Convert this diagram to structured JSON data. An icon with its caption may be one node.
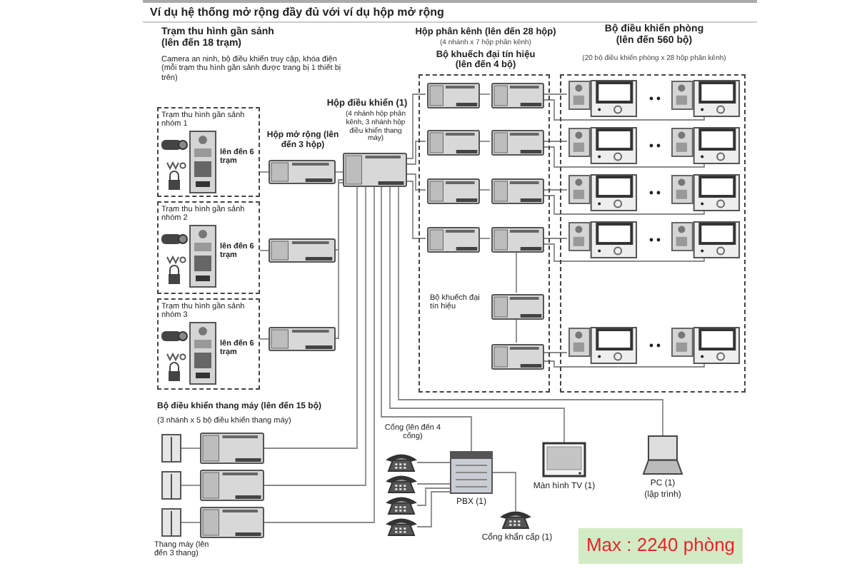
{
  "diagram": {
    "title": "Ví dụ hệ thống mở rộng đầy đủ với ví dụ hộp mở rộng",
    "nodes": [
      {
        "text": [
          "Trạm thu hình gần sảnh nhóm 1",
          "lên đến 6 trạm"
        ]
      },
      {
        "text": [
          "Trạm thu hình gần sảnh nhóm 2",
          "lên đến 6 trạm"
        ]
      },
      {
        "text": [
          "Trạm thu hình gần sảnh nhóm 3",
          "lên đến 6 trạm"
        ]
      },
      {
        "text": [],
        "shape": "picture",
        "beside": [
          "Hộp mở rộng (lên đến 3 hộp)"
        ]
      },
      {
        "text": [],
        "shape": "picture"
      },
      {
        "text": [],
        "shape": "picture"
      },
      {
        "text": [],
        "shape": "picture",
        "beside": [
          "Hộp điều khiển (1)",
          "(4 nhánh hộp phân kênh, 3 nhánh hộp điều khiển thang máy)"
        ]
      },
      {
        "text": [
          "Hộp phân kênh (lên đến 28 hộp)",
          "(4 nhánh x 7 hộp phân kênh)",
          "Bộ khuếch đại tín hiệu (lên đến 4 bộ)"
        ]
      },
      {
        "text": [],
        "shape": "picture",
        "in": 7
      },
      {
        "text": [],
        "shape": "picture",
        "in": 7
      },
      {
        "text": [],
        "shape": "picture",
        "in": 7
      },
      {
        "text": [],
        "shape": "picture",
        "in": 7
      },
      {
        "text": [],
        "shape": "picture",
        "in": 7
      },
      {
        "text": [],
        "shape": "picture",
        "in": 7
      },
      {
        "text": [],
        "shape": "picture",
        "in": 7
      },
      {
        "text": [],
        "shape": "picture",
        "in": 7
      },
      {
        "text": [],
        "shape": "picture",
        "in": 7,
        "beside": [
          "Bộ khuếch đại tín hiệu"
        ]
      },
      {
        "text": [],
        "shape": "picture",
        "in": 7
      },
      {
        "text": [
          "Bộ điều khiển phòng (lên đến 560 bộ)",
          "(20 bộ điều khiển phòng x 28 hộp phân kênh)"
        ]
      },
      {
        "text": [],
        "shape": "picture",
        "in": 18
      },
      {
        "text": [],
        "shape": "picture",
        "in": 18
      },
      {
        "text": [],
        "shape": "picture",
        "in": 18
      },
      {
        "text": [],
        "shape": "picture",
        "in": 18
      },
      {
        "text": [],
        "shape": "picture",
        "in": 18
      },
      {
        "text": [],
        "shape": "picture",
        "in": 18
      },
      {
        "text": [],
        "shape": "picture",
        "in": 18
      },
      {
        "text": [],
        "shape": "picture",
        "in": 18
      },
      {
        "text": [],
        "shape": "picture",
        "in": 18
      },
      {
        "text": [],
        "shape": "picture",
        "in": 18
      },
      {
        "text": [],
        "shape": "picture"
      },
      {
        "text": [],
        "shape": "picture"
      },
      {
        "text": [],
        "shape": "picture"
      },
      {
        "text": [],
        "shape": "picture"
      },
      {
        "text": [],
        "shape": "picture"
      },
      {
        "text": [],
        "shape": "picture",
        "beside": [
          "Thang máy (lên đến 3 thang)"
        ]
      },
      {
        "text": [],
        "shape": "picture"
      },
      {
        "text": [],
        "shape": "picture"
      },
      {
        "text": [],
        "shape": "picture"
      },
      {
        "text": [],
        "shape": "picture"
      },
      {
        "text": [],
        "shape": "picture",
        "beside": [
          "PBX (1)"
        ]
      },
      {
        "text": [],
        "shape": "picture",
        "beside": [
          "Cổng khẩn cấp (1)"
        ]
      },
      {
        "text": [],
        "shape": "picture",
        "beside": [
          "Màn hình TV (1)"
        ]
      },
      {
        "text": [],
        "shape": "picture",
        "beside": [
          "PC (1)",
          "(lập trình)"
        ]
      },
      {
        "text": [
          "Max : 2240 phòng"
        ]
      }
    ],
    "edges": [
      {
        "from": 0,
        "to": 3,
        "arrow": "none"
      },
      {
        "from": 1,
        "to": 4,
        "arrow": "none"
      },
      {
        "from": 2,
        "to": 5,
        "arrow": "none"
      },
      {
        "from": 3,
        "to": 6,
        "arrow": "none"
      },
      {
        "from": 4,
        "to": 6,
        "arrow": "none"
      },
      {
        "from": 5,
        "to": 6,
        "arrow": "none"
      },
      {
        "from": 6,
        "to": 8,
        "arrow": "none"
      },
      {
        "from": 6,
        "to": 10,
        "arrow": "none"
      },
      {
        "from": 6,
        "to": 12,
        "arrow": "none"
      },
      {
        "from": 6,
        "to": 14,
        "arrow": "none"
      },
      {
        "from": 8,
        "to": 9,
        "arrow": "none"
      },
      {
        "from": 10,
        "to": 11,
        "arrow": "none"
      },
      {
        "from": 12,
        "to": 13,
        "arrow": "none"
      },
      {
        "from": 14,
        "to": 15,
        "arrow": "none"
      },
      {
        "from": 15,
        "to": 16,
        "arrow": "none"
      },
      {
        "from": 16,
        "to": 17,
        "arrow": "none"
      },
      {
        "from": 9,
        "to": 19,
        "arrow": "none"
      },
      {
        "from": 9,
        "to": 20,
        "arrow": "none"
      },
      {
        "from": 11,
        "to": 21,
        "arrow": "none"
      },
      {
        "from": 11,
        "to": 22,
        "arrow": "none"
      },
      {
        "from": 13,
        "to": 23,
        "arrow": "none"
      },
      {
        "from": 13,
        "to": 24,
        "arrow": "none"
      },
      {
        "from": 15,
        "to": 25,
        "arrow": "none"
      },
      {
        "from": 15,
        "to": 26,
        "arrow": "none"
      },
      {
        "from": 17,
        "to": 27,
        "arrow": "none"
      },
      {
        "from": 17,
        "to": 28,
        "arrow": "none"
      },
      {
        "from": 6,
        "to": 29,
        "arrow": "none"
      },
      {
        "from": 6,
        "to": 30,
        "arrow": "none"
      },
      {
        "from": 6,
        "to": 31,
        "arrow": "none"
      },
      {
        "from": 32,
        "to": 29,
        "arrow": "none"
      },
      {
        "from": 33,
        "to": 30,
        "arrow": "none"
      },
      {
        "from": 34,
        "to": 31,
        "arrow": "none"
      },
      {
        "from": 6,
        "to": 39,
        "arrow": "none"
      },
      {
        "from": 6,
        "to": 41,
        "arrow": "none"
      },
      {
        "from": 6,
        "to": 42,
        "arrow": "none"
      },
      {
        "from": 35,
        "to": 39,
        "arrow": "none"
      },
      {
        "from": 36,
        "to": 39,
        "arrow": "none"
      },
      {
        "from": 37,
        "to": 39,
        "arrow": "none"
      },
      {
        "from": 38,
        "to": 39,
        "arrow": "none"
      },
      {
        "from": 40,
        "to": 39,
        "arrow": "none"
      }
    ],
    "labels": [
      "Trạm thu hình gần sảnh (lên đến 18 trạm)",
      "Camera an ninh, bộ điều khiển truy cập, khóa điện (mỗi trạm thu hình gần sảnh được trang bị 1 thiết bị trên)",
      "Bộ điều khiển thang máy (lên đến 15 bộ)",
      "(3 nhánh x 5 bộ điều khiển thang máy)",
      "Cổng (lên đến 4 cổng)"
    ]
  }
}
